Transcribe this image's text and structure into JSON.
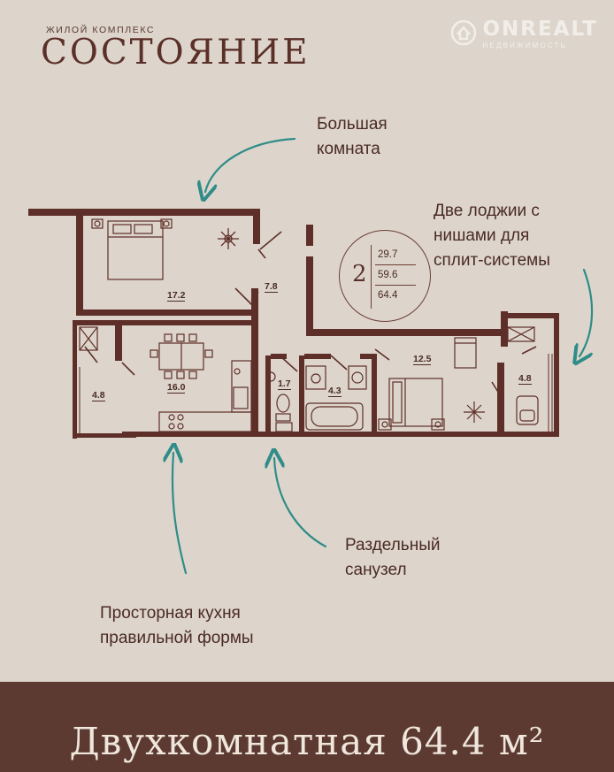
{
  "header": {
    "subtitle": "ЖИЛОЙ КОМПЛЕКС",
    "title": "СОСТОЯНИЕ"
  },
  "watermark": {
    "name": "ONREALT",
    "sub": "НЕДВИЖИМОСТЬ"
  },
  "callouts": {
    "big_room": [
      "Большая",
      "комната"
    ],
    "loggias": [
      "Две лоджии с",
      "нишами для",
      "сплит-системы"
    ],
    "bathroom": [
      "Раздельный",
      "санузел"
    ],
    "kitchen": [
      "Просторная кухня",
      "правильной формы"
    ]
  },
  "badge": {
    "rooms": "2",
    "values": [
      "29.7",
      "59.6",
      "64.4"
    ]
  },
  "rooms": {
    "bedroom_large": "17.2",
    "hall": "7.8",
    "kitchen": "16.0",
    "loggia_left": "4.8",
    "wc": "1.7",
    "bathroom": "4.3",
    "bedroom_small": "12.5",
    "loggia_right": "4.8"
  },
  "colors": {
    "background": "#ddd5cb",
    "wall": "#5e2f29",
    "arrow": "#2f8c88",
    "footer": "#5c3a32"
  },
  "footer": {
    "title": "Двухкомнатная 64.4 м²"
  }
}
